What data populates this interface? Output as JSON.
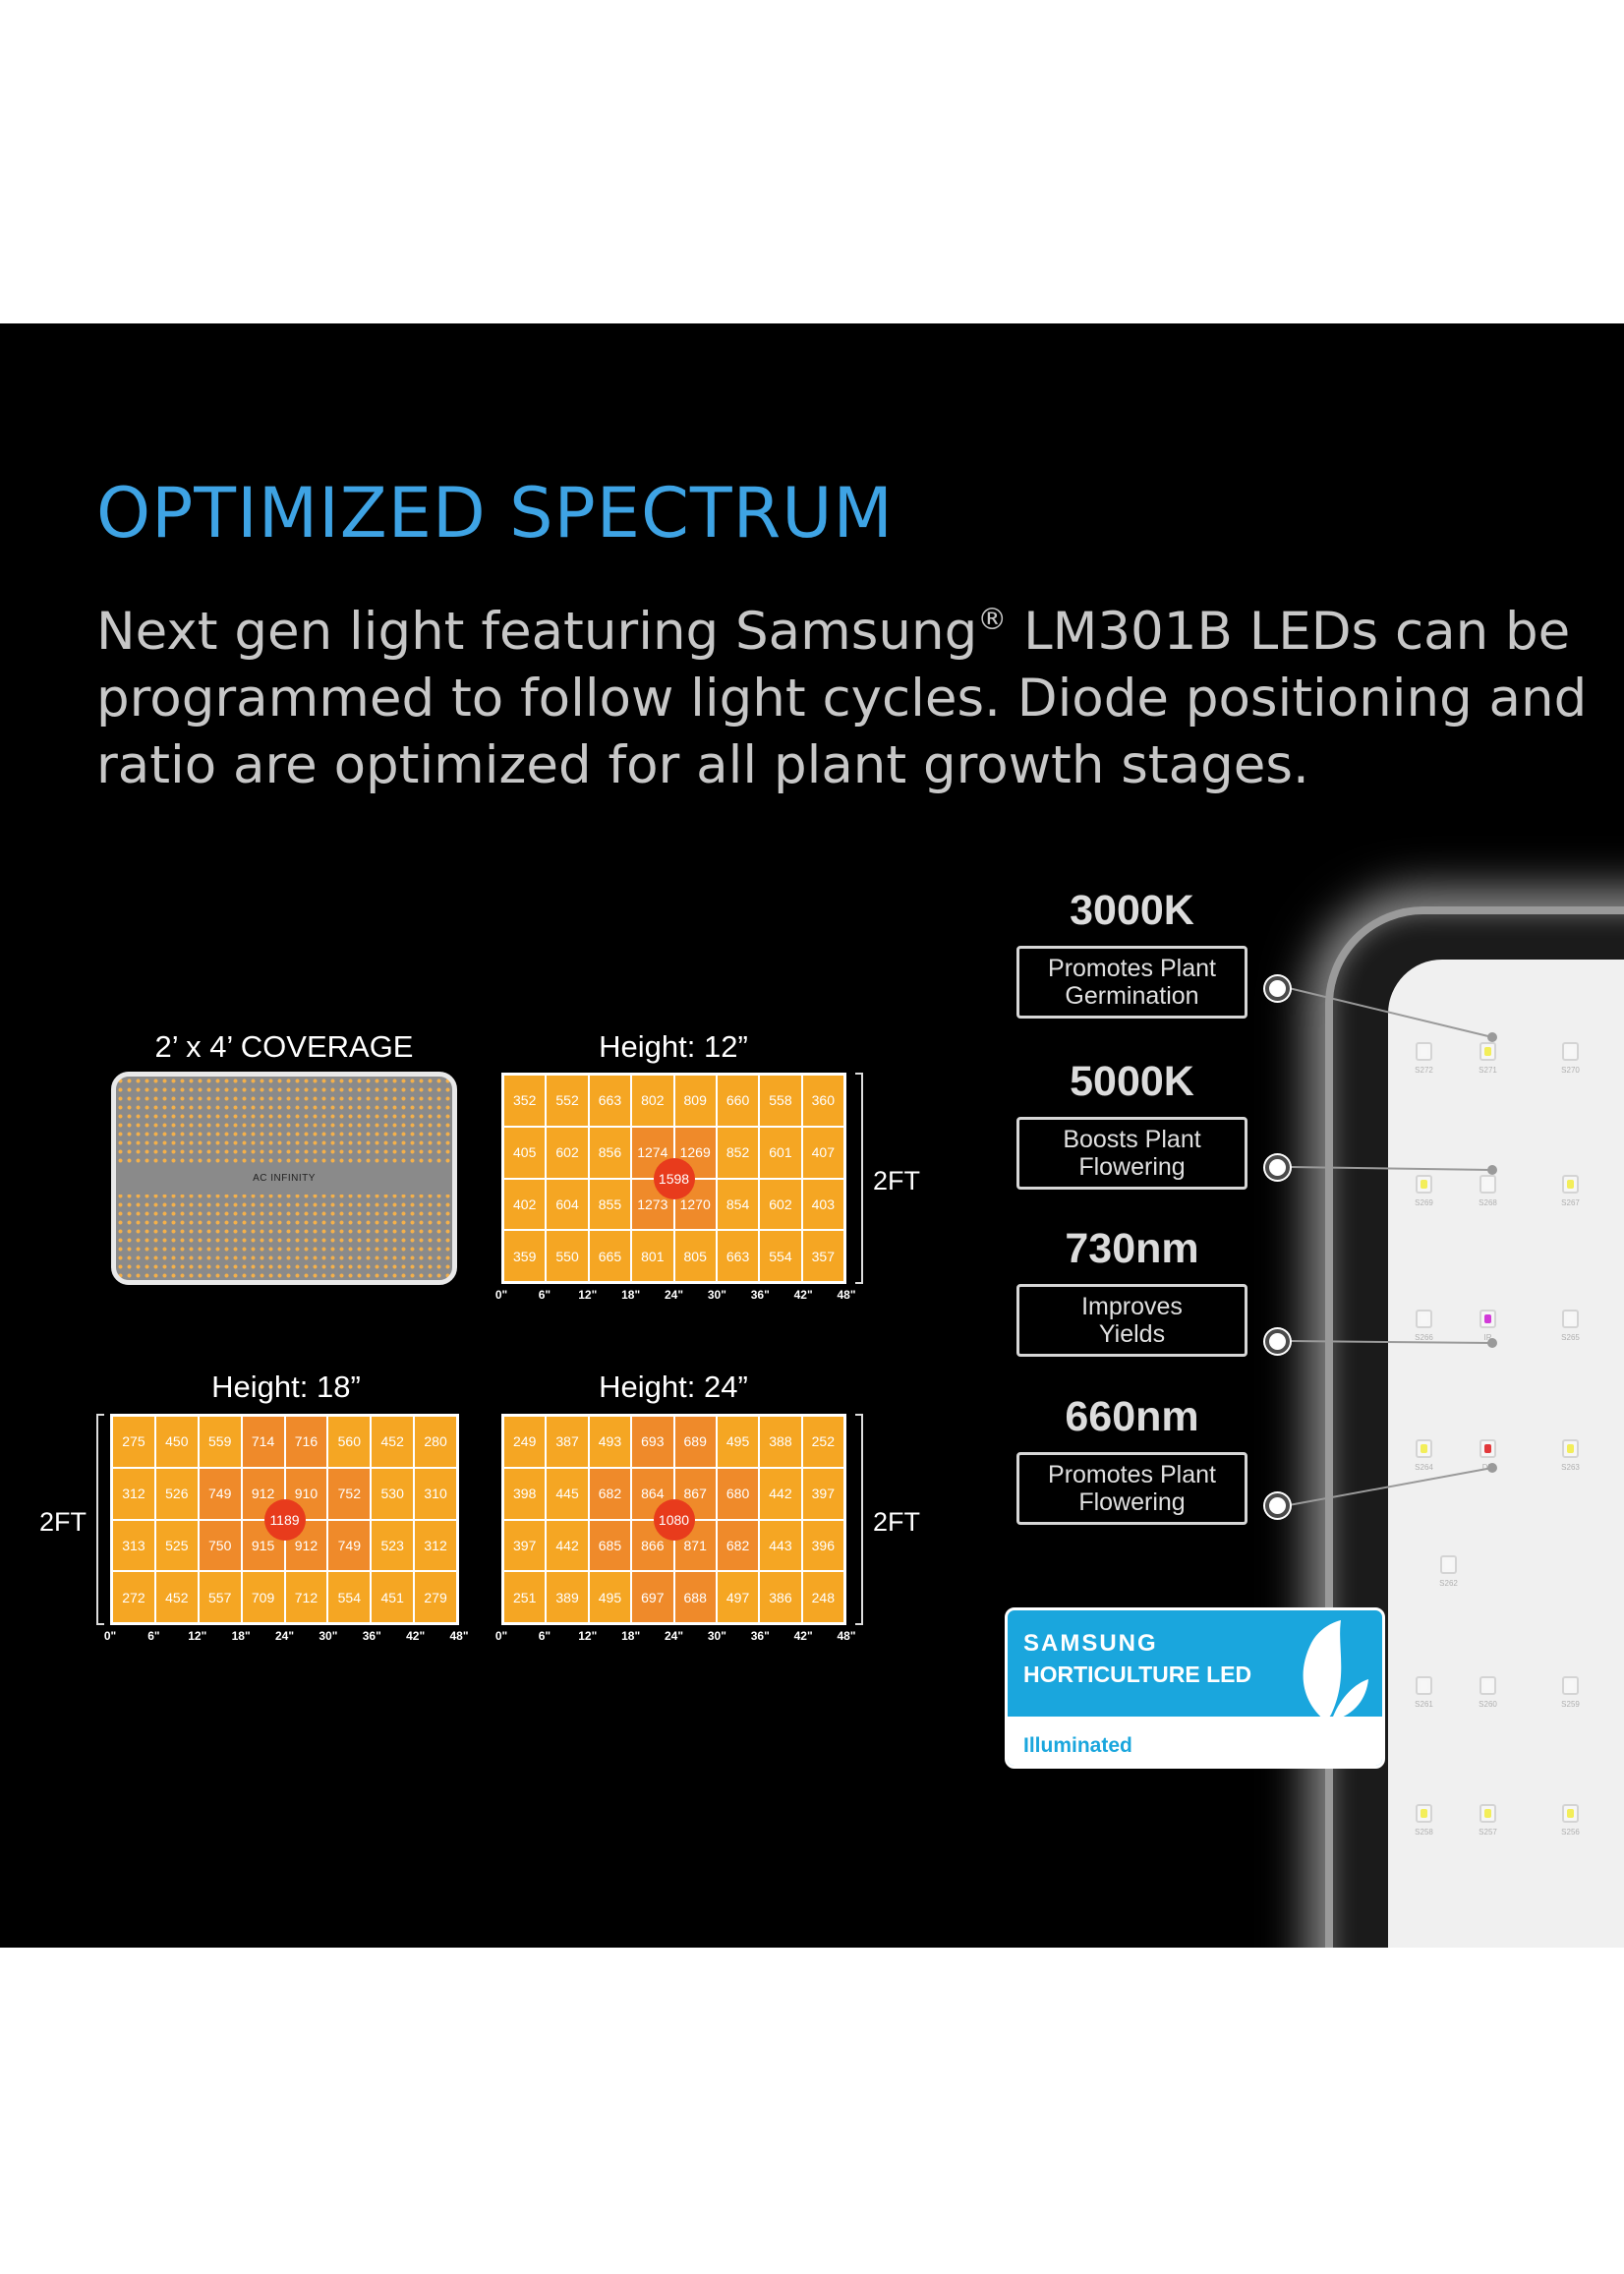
{
  "headline": "OPTIMIZED SPECTRUM",
  "subtitle_lines": [
    "Next gen light featuring Samsung® LM301B LEDs can be",
    "programmed to follow light cycles. Diode positioning and",
    "ratio are optimized for all plant growth stages."
  ],
  "coverage": {
    "title": "2’ x 4’ COVERAGE",
    "brand": "AC INFINITY"
  },
  "dimension_label": "2FT",
  "x_ticks": [
    "0\"",
    "6\"",
    "12\"",
    "18\"",
    "24\"",
    "30\"",
    "36\"",
    "42\"",
    "48\""
  ],
  "heatmaps": [
    {
      "title": "Height: 12”",
      "peak": "1598",
      "rows": [
        [
          "352",
          "552",
          "663",
          "802",
          "809",
          "660",
          "558",
          "360"
        ],
        [
          "405",
          "602",
          "856",
          "1274",
          "1269",
          "852",
          "601",
          "407"
        ],
        [
          "402",
          "604",
          "855",
          "1273",
          "1270",
          "854",
          "602",
          "403"
        ],
        [
          "359",
          "550",
          "665",
          "801",
          "805",
          "663",
          "554",
          "357"
        ]
      ]
    },
    {
      "title": "Height: 18”",
      "peak": "1189",
      "rows": [
        [
          "275",
          "450",
          "559",
          "714",
          "716",
          "560",
          "452",
          "280"
        ],
        [
          "312",
          "526",
          "749",
          "912",
          "910",
          "752",
          "530",
          "310"
        ],
        [
          "313",
          "525",
          "750",
          "915",
          "912",
          "749",
          "523",
          "312"
        ],
        [
          "272",
          "452",
          "557",
          "709",
          "712",
          "554",
          "451",
          "279"
        ]
      ]
    },
    {
      "title": "Height: 24”",
      "peak": "1080",
      "rows": [
        [
          "249",
          "387",
          "493",
          "693",
          "689",
          "495",
          "388",
          "252"
        ],
        [
          "398",
          "445",
          "682",
          "864",
          "867",
          "680",
          "442",
          "397"
        ],
        [
          "397",
          "442",
          "685",
          "866",
          "871",
          "682",
          "443",
          "396"
        ],
        [
          "251",
          "389",
          "495",
          "697",
          "688",
          "497",
          "386",
          "248"
        ]
      ]
    }
  ],
  "spectrum": [
    {
      "heading": "3000K",
      "lines": [
        "Promotes Plant",
        "Germination"
      ]
    },
    {
      "heading": "5000K",
      "lines": [
        "Boosts Plant",
        "Flowering"
      ]
    },
    {
      "heading": "730nm",
      "lines": [
        "Improves",
        "Yields"
      ]
    },
    {
      "heading": "660nm",
      "lines": [
        "Promotes Plant",
        "Flowering"
      ]
    }
  ],
  "leds": [
    {
      "label": "S272",
      "color": "#f7f7f7"
    },
    {
      "label": "S271",
      "color": "#f3ee5a"
    },
    {
      "label": "S270",
      "color": "#f7f7f7"
    },
    {
      "label": "S269",
      "color": "#f3ee5a"
    },
    {
      "label": "S268",
      "color": "#f7f7f7"
    },
    {
      "label": "S267",
      "color": "#f3ee5a"
    },
    {
      "label": "S266",
      "color": "#f7f7f7"
    },
    {
      "label": "IR",
      "color": "#d23ad8"
    },
    {
      "label": "S265",
      "color": "#f7f7f7"
    },
    {
      "label": "S264",
      "color": "#f3ee5a"
    },
    {
      "label": "DR",
      "color": "#e2383b"
    },
    {
      "label": "S263",
      "color": "#f3ee5a"
    },
    {
      "label": "S262",
      "color": "#f7f7f7"
    },
    {
      "label": "S261",
      "color": "#f7f7f7"
    },
    {
      "label": "S260",
      "color": "#f7f7f7"
    },
    {
      "label": "S259",
      "color": "#f7f7f7"
    },
    {
      "label": "S258",
      "color": "#f3ee5a"
    },
    {
      "label": "S257",
      "color": "#f3ee5a"
    },
    {
      "label": "S256",
      "color": "#f3ee5a"
    }
  ],
  "samsung_badge": {
    "brand": "SAMSUNG",
    "line": "HORTICULTURE LED",
    "footer": "Illuminated"
  },
  "colors": {
    "accent_blue": "#3ea3e4",
    "cell_low": "#f5a623",
    "cell_high": "#ef8a2a",
    "peak": "#e83b1c",
    "badge_blue": "#1aa6dd"
  }
}
